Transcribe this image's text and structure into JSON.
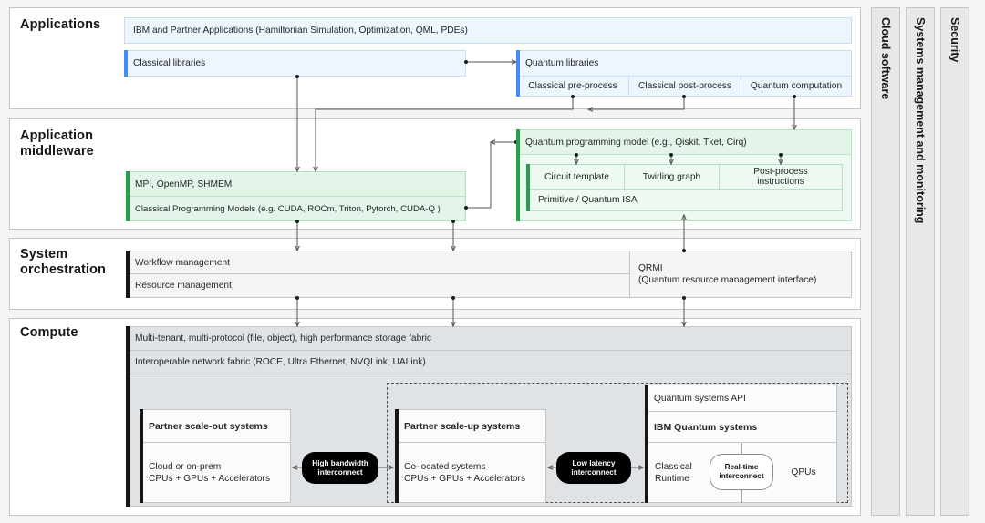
{
  "layers": [
    {
      "id": "applications",
      "title": "Applications",
      "blocks": [
        {
          "name": "ibm-and-partner-applications",
          "label": "IBM and Partner Applications (Hamiltonian Simulation, Optimization, QML, PDEs)"
        },
        {
          "name": "classical-libraries",
          "label": "Classical libraries"
        },
        {
          "name": "quantum-libraries",
          "label": "Quantum libraries"
        },
        {
          "name": "classical-pre-process",
          "label": "Classical pre-process"
        },
        {
          "name": "classical-post-process",
          "label": "Classical post-process"
        },
        {
          "name": "quantum-computation",
          "label": "Quantum computation"
        }
      ]
    },
    {
      "id": "application-middleware",
      "title": "Application\nmiddleware",
      "blocks": [
        {
          "name": "mpi-openmp-shmem",
          "label": "MPI, OpenMP, SHMEM"
        },
        {
          "name": "classical-programming-models",
          "label": "Classical Programming Models (e.g. CUDA, ROCm, Triton, Pytorch, CUDA-Q )"
        },
        {
          "name": "quantum-programming-model",
          "label": "Quantum programming model (e.g., Qiskit, Tket, Cirq)"
        },
        {
          "name": "circuit-template",
          "label": "Circuit template"
        },
        {
          "name": "twirling-graph",
          "label": "Twirling graph"
        },
        {
          "name": "post-process-instructions",
          "label": "Post-process\ninstructions"
        },
        {
          "name": "primitive-quantum-isa",
          "label": "Primitive / Quantum ISA"
        }
      ]
    },
    {
      "id": "system-orchestration",
      "title": "System\norchestration",
      "blocks": [
        {
          "name": "workflow-management",
          "label": "Workflow management"
        },
        {
          "name": "resource-management",
          "label": "Resource management"
        },
        {
          "name": "qrmi",
          "label": "QRMI\n(Quantum resource management interface)"
        }
      ]
    },
    {
      "id": "compute",
      "title": "Compute",
      "blocks": [
        {
          "name": "storage-fabric",
          "label": "Multi-tenant, multi-protocol (file, object), high performance storage fabric"
        },
        {
          "name": "network-fabric",
          "label": "Interoperable network fabric (ROCE, Ultra Ethernet, NVQLink, UALink)"
        },
        {
          "name": "partner-scale-out-systems-title",
          "label": "Partner scale-out systems"
        },
        {
          "name": "partner-scale-out-systems-body",
          "label": "Cloud or on-prem\nCPUs + GPUs + Accelerators"
        },
        {
          "name": "partner-scale-up-systems-title",
          "label": "Partner scale-up systems"
        },
        {
          "name": "partner-scale-up-systems-body",
          "label": "Co-located systems\nCPUs + GPUs + Accelerators"
        },
        {
          "name": "quantum-systems-api",
          "label": "Quantum systems API"
        },
        {
          "name": "ibm-quantum-systems-title",
          "label": "IBM Quantum systems"
        },
        {
          "name": "classical-runtime",
          "label": "Classical\nRuntime"
        },
        {
          "name": "qpus",
          "label": "QPUs"
        }
      ],
      "interconnects": [
        {
          "name": "high-bandwidth-interconnect",
          "label": "High bandwidth\ninterconnect",
          "style": "solid"
        },
        {
          "name": "low-latency-interconnect",
          "label": "Low latency\ninterconnect",
          "style": "solid"
        },
        {
          "name": "real-time-interconnect",
          "label": "Real-time\ninterconnect",
          "style": "hollow"
        }
      ]
    }
  ],
  "sidebars": [
    {
      "name": "sidebar-cloud-software",
      "label": "Cloud software"
    },
    {
      "name": "sidebar-systems-management-and-monitoring",
      "label": "Systems management and monitoring"
    },
    {
      "name": "sidebar-security",
      "label": "Security"
    }
  ],
  "colors": {
    "blue_accent": "#4589ff",
    "blue_fill": "#edf5ff",
    "green_accent": "#24a148",
    "green_fill": "#e3f5e8",
    "black_accent": "#161616",
    "grey_fill": "#f4f4f4",
    "compute_fill": "#dfe3e6",
    "page_background": "#f4f4f4"
  }
}
